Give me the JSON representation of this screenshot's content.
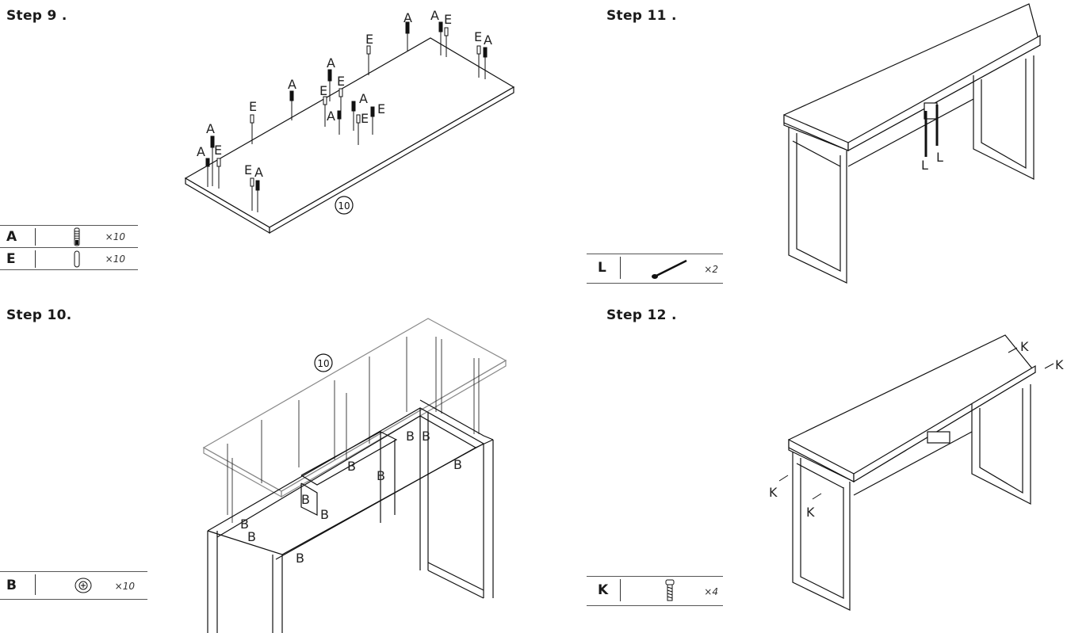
{
  "steps": [
    {
      "title": "Step 9 .",
      "parts": [
        {
          "letter": "A",
          "qty": "×10"
        },
        {
          "letter": "E",
          "qty": "×10"
        }
      ],
      "panel_label": "10"
    },
    {
      "title": "Step 10.",
      "parts": [
        {
          "letter": "B",
          "qty": "×10"
        }
      ],
      "panel_label": "10"
    },
    {
      "title": "Step 11 .",
      "parts": [
        {
          "letter": "L",
          "qty": "×2"
        }
      ]
    },
    {
      "title": "Step 12 .",
      "parts": [
        {
          "letter": "K",
          "qty": "×4"
        }
      ]
    }
  ],
  "labels": {
    "A": "A",
    "E": "E",
    "B": "B",
    "L": "L",
    "K": "K"
  }
}
